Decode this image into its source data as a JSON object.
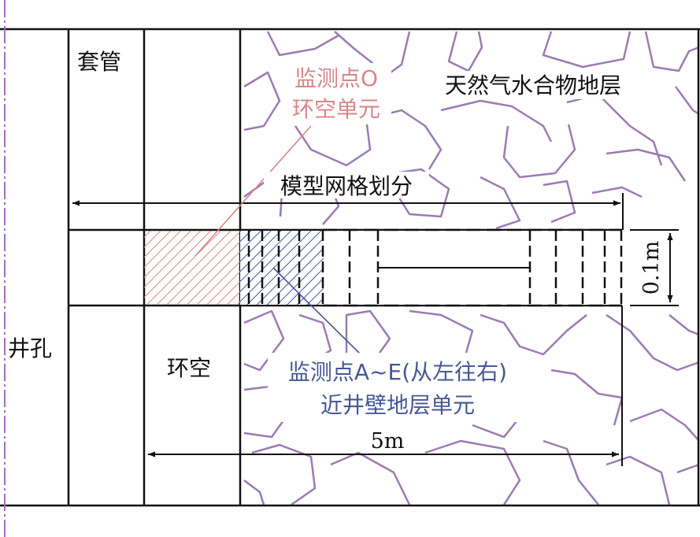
{
  "labels": {
    "casing": "套管",
    "wellbore": "井孔",
    "annulus": "环空",
    "hydrate_layer": "天然气水合物地层",
    "model_grid": "模型网格划分",
    "monitor_o_line1": "监测点O",
    "monitor_o_line2": "环空单元",
    "monitor_ae_line1": "监测点A~E(从左往右)",
    "monitor_ae_line2": "近井壁地层单元",
    "length": "5m",
    "height": "0.1m"
  },
  "colors": {
    "line": "#111111",
    "rock": "#9b7bb3",
    "axis_dashdot": "#a070b8",
    "monitor_o": "#d9868a",
    "monitor_ae": "#465894"
  }
}
